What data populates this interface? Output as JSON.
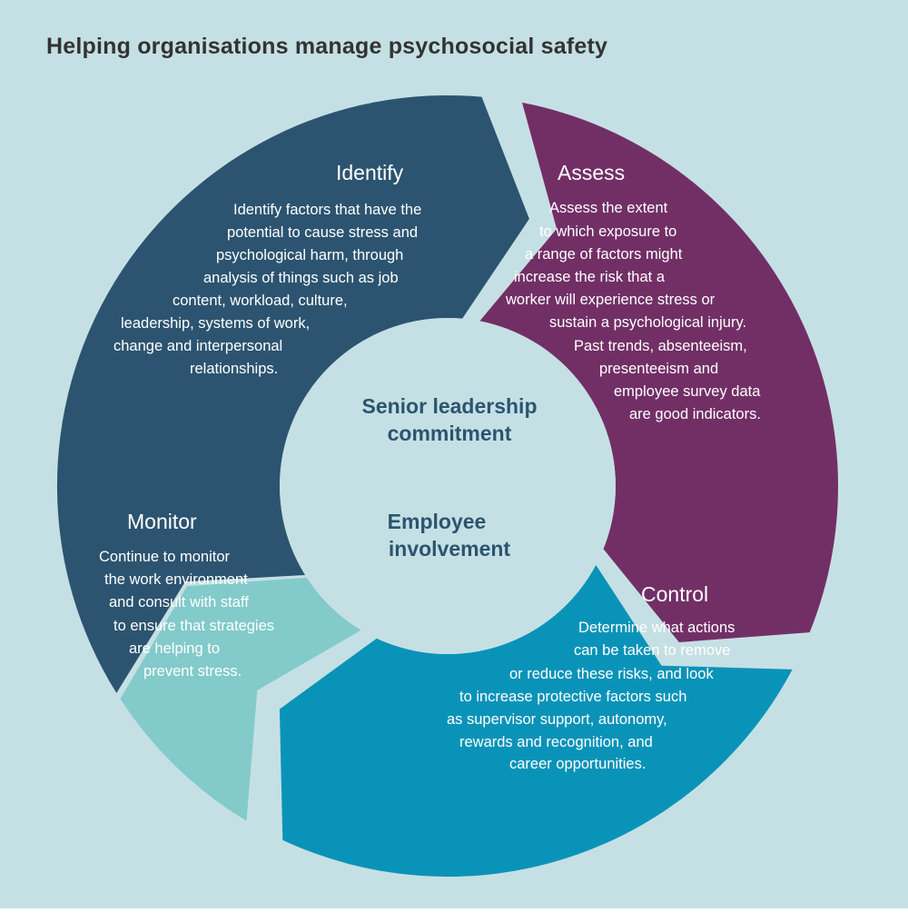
{
  "page": {
    "background": "#c5e0e4",
    "title": "Helping organisations manage psychosocial safety",
    "title_color": "#333333"
  },
  "colors": {
    "identify": "#2c5470",
    "assess": "#722f66",
    "control": "#0a93b8",
    "monitor": "#83cacb",
    "center_fill": "#c5e0e4",
    "center_text": "#2c5470",
    "segment_text": "#ffffff"
  },
  "segments": {
    "identify": {
      "title": "Identify",
      "lines": [
        "Identify factors that have the",
        "potential to cause stress and",
        "psychological harm, through",
        "analysis of things such as job",
        "content, workload, culture,",
        "leadership, systems of work,",
        "change and interpersonal",
        "relationships."
      ]
    },
    "assess": {
      "title": "Assess",
      "lines": [
        "Assess the extent",
        "to which exposure to",
        "a range of factors might",
        "increase the risk that a",
        "worker will experience stress or",
        "sustain a psychological injury.",
        "Past trends, absenteeism,",
        "presenteeism and",
        "employee survey data",
        "are good indicators."
      ]
    },
    "control": {
      "title": "Control",
      "lines": [
        "Determine what actions",
        "can be taken to remove",
        "or reduce these risks, and look",
        "to increase protective factors such",
        "as supervisor support, autonomy,",
        "rewards and recognition, and",
        "career opportunities."
      ]
    },
    "monitor": {
      "title": "Monitor",
      "lines": [
        "Continue to monitor",
        "the work environment",
        "and consult with staff",
        "to ensure that strategies",
        "are helping to",
        "prevent stress."
      ]
    }
  },
  "center": {
    "top_lines": [
      "Senior leadership",
      "commitment"
    ],
    "bottom_lines": [
      "Employee",
      "involvement"
    ]
  }
}
